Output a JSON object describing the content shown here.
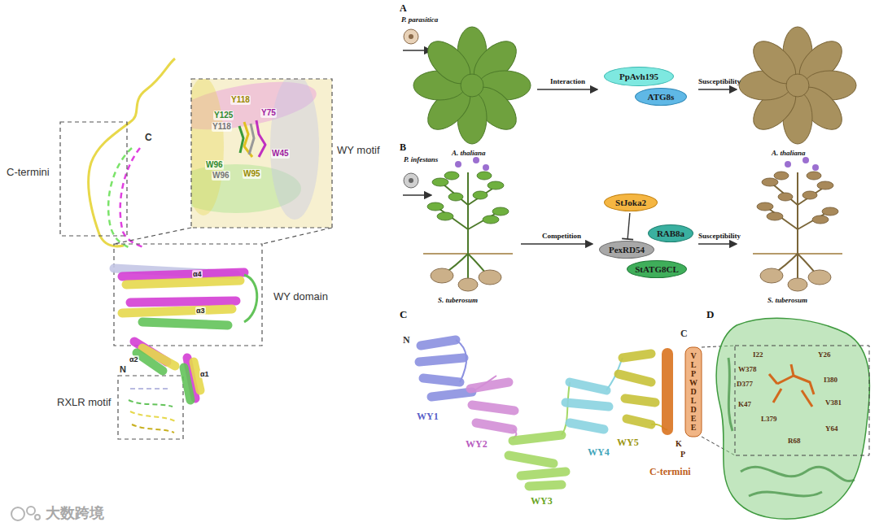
{
  "diagram": {
    "nodes": [
      {
        "text": [
          "PpAvh195"
        ]
      },
      {
        "text": [
          "ATG8s"
        ]
      },
      {
        "text": [
          "StJoka2"
        ]
      },
      {
        "text": [
          "RAB8a"
        ]
      },
      {
        "text": [
          "PexRD54"
        ]
      },
      {
        "text": [
          "StATG8CL"
        ]
      }
    ],
    "edges": [
      {
        "from": 2,
        "to": 4,
        "arrow": "to"
      }
    ],
    "labels": [
      "C-termini",
      "C",
      "WY motif",
      "WY domain",
      "RXLR motif",
      "N",
      "α4",
      "α3",
      "α2",
      "α1",
      "Y118",
      "Y125",
      "Y118",
      "Y75",
      "W45",
      "W96",
      "W96",
      "W95",
      "A",
      "P. parasitica",
      "A. thaliana",
      "Interaction",
      "Susceptibility",
      "A. thaliana",
      "B",
      "P. infestans",
      "S. tuberosum",
      "Competition",
      "Susceptibility",
      "S. tuberosum",
      "C",
      "D",
      "N",
      "WY1",
      "WY2",
      "WY3",
      "WY4",
      "WY5",
      "C-termini",
      "C",
      "VLPWDLDEE",
      "K",
      "P",
      "I22",
      "Y26",
      "W378",
      "D377",
      "I380",
      "K47",
      "V381",
      "L379",
      "Y64",
      "R68",
      "大数跨境"
    ]
  }
}
